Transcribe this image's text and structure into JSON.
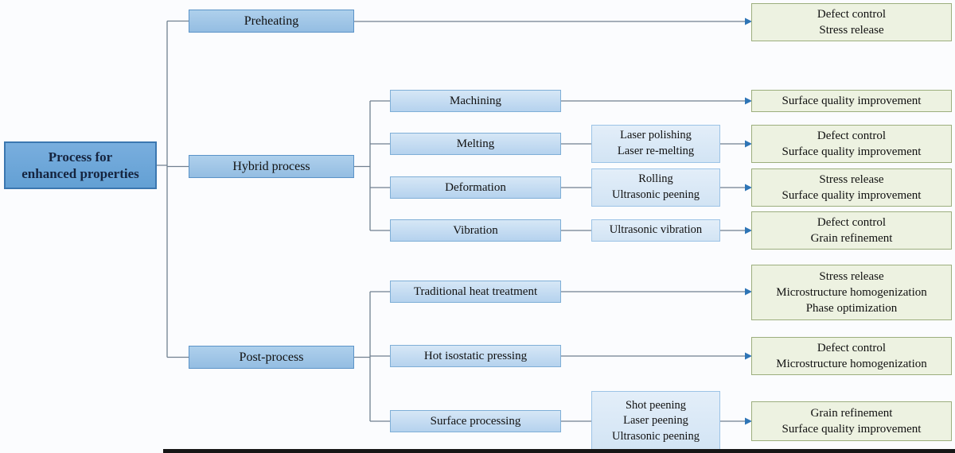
{
  "diagram": {
    "title": "Process for enhanced properties flowchart",
    "root": {
      "label": "Process for\nenhanced properties"
    },
    "branches": [
      {
        "label": "Preheating"
      },
      {
        "label": "Hybrid process"
      },
      {
        "label": "Post-process"
      }
    ],
    "processes": [
      {
        "label": "Machining"
      },
      {
        "label": "Melting"
      },
      {
        "label": "Deformation"
      },
      {
        "label": "Vibration"
      },
      {
        "label": "Traditional heat treatment"
      },
      {
        "label": "Hot isostatic pressing"
      },
      {
        "label": "Surface processing"
      }
    ],
    "methods": [
      {
        "label": "Laser polishing\nLaser re-melting"
      },
      {
        "label": "Rolling\nUltrasonic peening"
      },
      {
        "label": "Ultrasonic vibration"
      },
      {
        "label": "Shot peening\nLaser peening\nUltrasonic peening"
      }
    ],
    "outcomes": [
      {
        "label": "Defect control\nStress release"
      },
      {
        "label": "Surface quality improvement"
      },
      {
        "label": "Defect control\nSurface quality improvement"
      },
      {
        "label": "Stress release\nSurface quality improvement"
      },
      {
        "label": "Defect control\nGrain refinement"
      },
      {
        "label": "Stress release\nMicrostructure homogenization\nPhase optimization"
      },
      {
        "label": "Defect control\nMicrostructure homogenization"
      },
      {
        "label": "Grain refinement\nSurface quality improvement"
      }
    ],
    "colors": {
      "root_fill": "#6ca6da",
      "branch_fill": "#9cc3e5",
      "process_fill": "#c6dcf2",
      "method_fill": "#dbe9f6",
      "outcome_fill": "#edf2e1",
      "outcome_border": "#9cae7d",
      "connector_line": "#708090",
      "arrow_blue": "#2e75b6"
    }
  }
}
